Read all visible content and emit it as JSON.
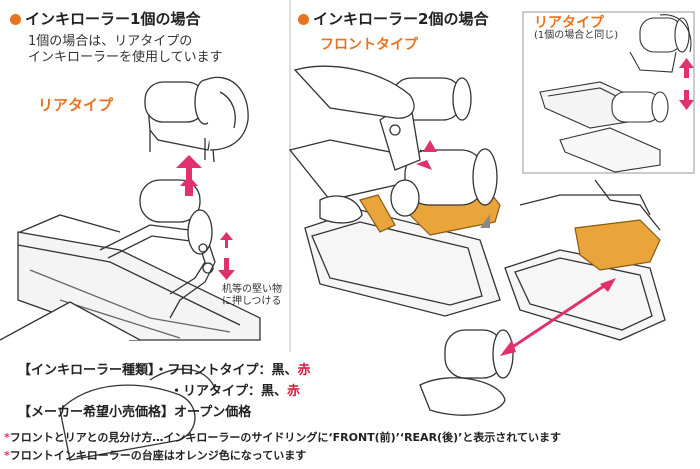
{
  "left": {
    "title": "インキローラー1個の場合",
    "desc_line1": "1個の場合は、リアタイプの",
    "desc_line2": "インキローラーを使用しています",
    "type_label": "リアタイプ",
    "press_note_line1": "机等の堅い物",
    "press_note_line2": "に押しつける"
  },
  "right": {
    "title": "インキローラー2個の場合",
    "front_label": "フロントタイプ",
    "rear_label": "リアタイプ",
    "rear_note": "(1個の場合と同じ)"
  },
  "specs": {
    "kind_label": "【インキローラー種類】",
    "front_item": "・フロントタイプ：黒、",
    "front_red": "赤",
    "rear_item": "・リアタイプ：黒、",
    "rear_red": "赤",
    "price_label": "【メーカー希望小売価格】",
    "price_value": "オープン価格"
  },
  "notes": {
    "star": "*",
    "note1": "フロントとリアとの見分け方…インキローラーのサイドリングに‘FRONT(前)’‘REAR(後)’と表示されています",
    "note2": "フロントインキローラーの台座はオレンジ色になっています"
  },
  "colors": {
    "accent_orange": "#e8731e",
    "arrow_magenta": "#e0306e",
    "red_text": "#d8173a",
    "base_orange": "#e9a43c"
  }
}
